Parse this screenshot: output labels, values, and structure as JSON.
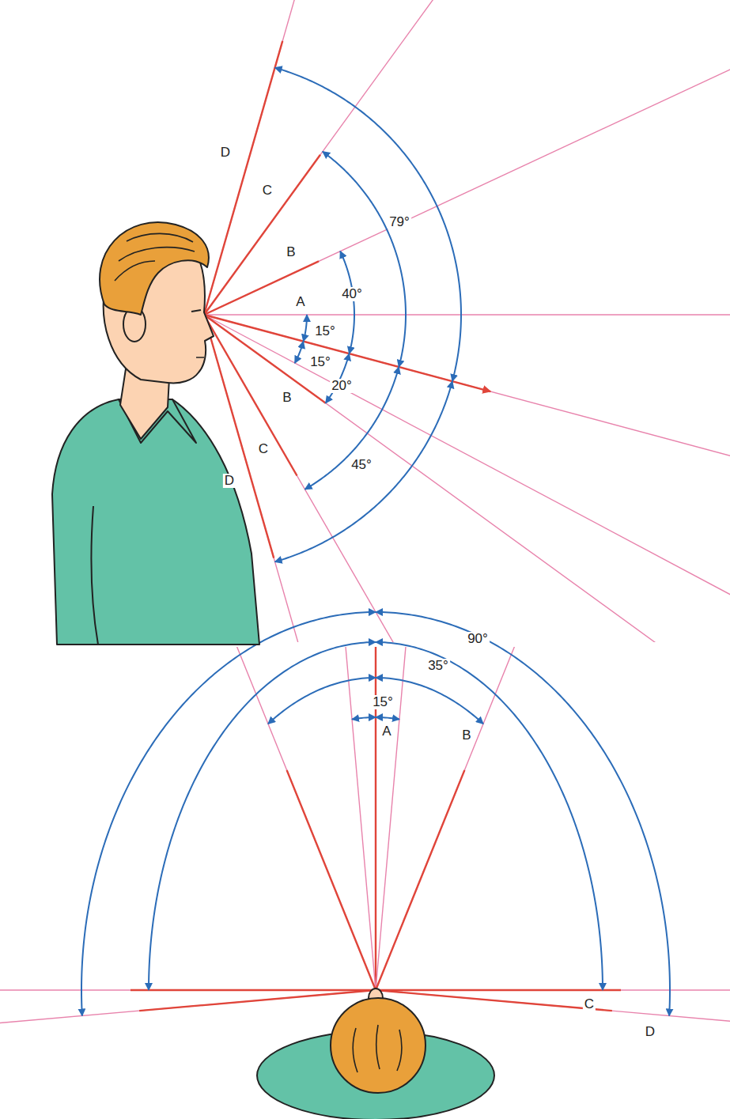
{
  "diagram": {
    "labels": [
      "D",
      "C",
      "B",
      "79°",
      "40°",
      "A",
      "15°",
      "15°",
      "20°",
      "B",
      "45°",
      "C",
      "D",
      "90°",
      "35°",
      "15°",
      "B",
      "A",
      "C",
      "D"
    ]
  }
}
